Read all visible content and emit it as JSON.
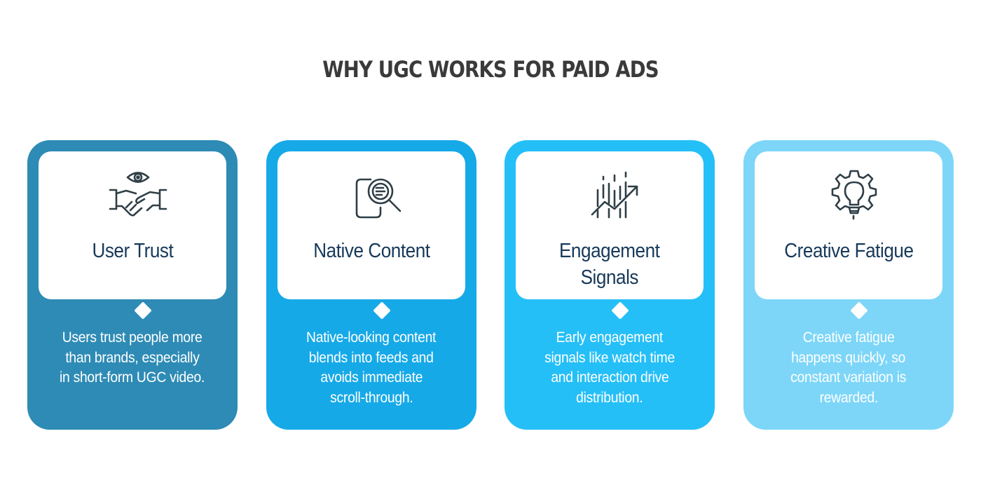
{
  "title": "WHY UGC WORKS FOR PAID ADS",
  "cards": [
    {
      "title_lines": [
        "User Trust"
      ],
      "description_lines": [
        "Users trust people more",
        "than brands, especially",
        "in short-form UGC video."
      ],
      "color": "#2E8BB5",
      "icon": "eye-handshake-icon"
    },
    {
      "title_lines": [
        "Native Content"
      ],
      "description_lines": [
        "Native-looking content",
        "blends into feeds and",
        "avoids immediate",
        "scroll-through."
      ],
      "color": "#16A9E8",
      "icon": "document-magnifier-icon"
    },
    {
      "title_lines": [
        "Engagement",
        "Signals"
      ],
      "description_lines": [
        "Early engagement",
        "signals like watch time",
        "and interaction drive",
        "distribution."
      ],
      "color": "#25BFF8",
      "icon": "growth-chart-icon"
    },
    {
      "title_lines": [
        "Creative Fatigue"
      ],
      "description_lines": [
        "Creative fatigue",
        "happens quickly, so",
        "constant variation is",
        "rewarded."
      ],
      "color": "#7DD6F8",
      "icon": "lightbulb-gear-icon"
    }
  ]
}
